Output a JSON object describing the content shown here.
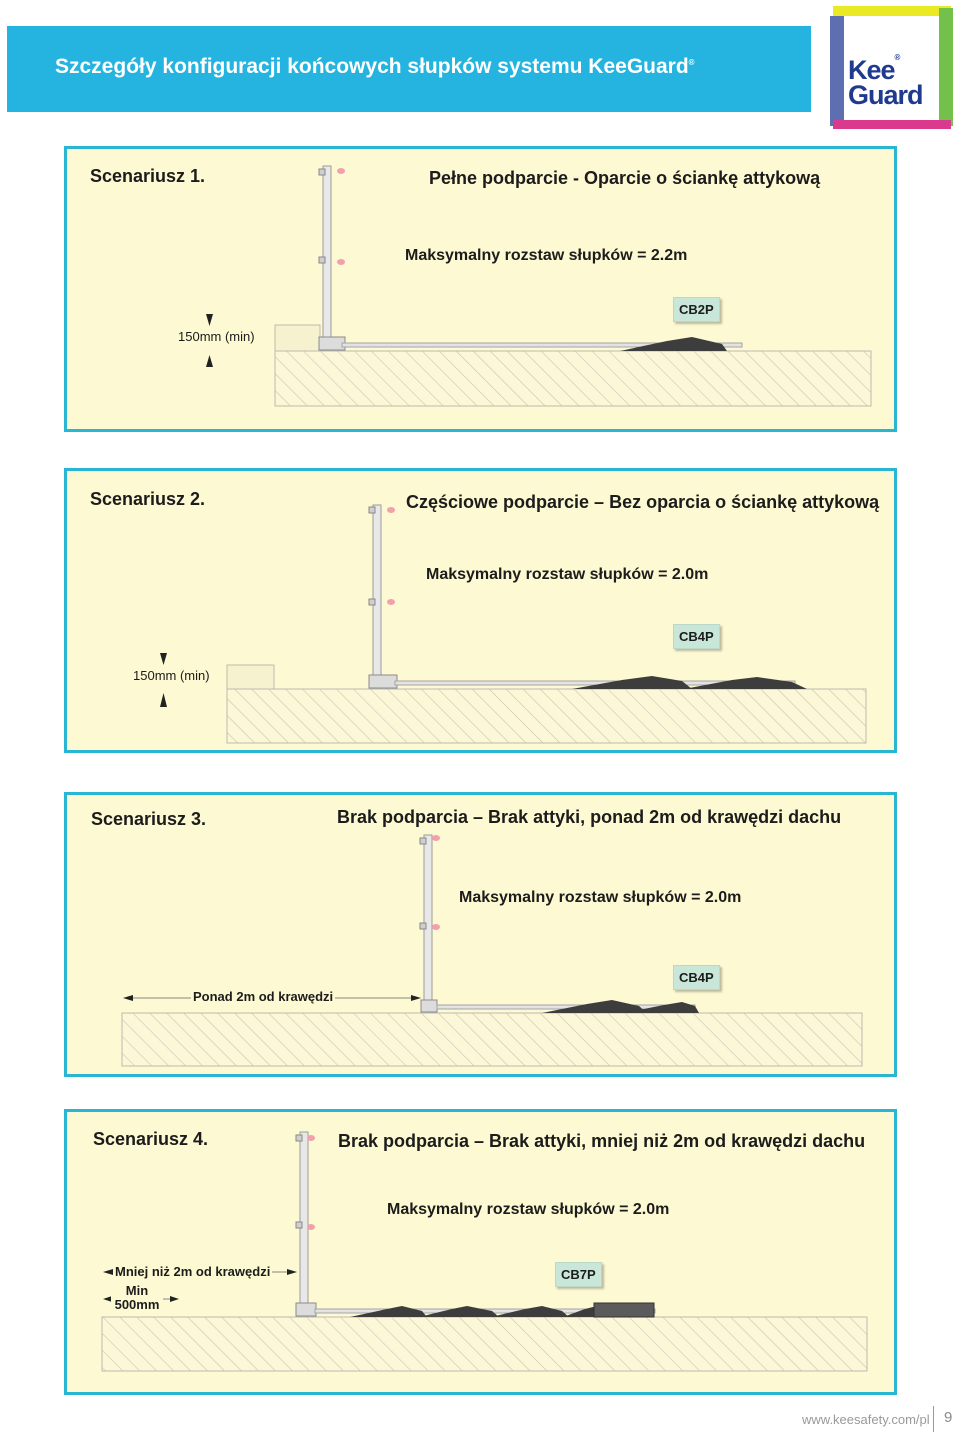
{
  "header": {
    "title": "Szczegóły konfiguracji końcowych słupków systemu KeeGuard",
    "title_mark": "®",
    "logo_line1": "Kee",
    "logo_line2": "Guard",
    "logo_mark": "®"
  },
  "scenarios": [
    {
      "label": "Scenariusz 1.",
      "title": "Pełne podparcie - Oparcie o ściankę attykową",
      "spacing": "Maksymalny rozstaw słupków = 2.2m",
      "product": "CB2P",
      "dimension": "150mm (min)"
    },
    {
      "label": "Scenariusz 2.",
      "title": "Częściowe podparcie – Bez oparcia o ściankę attykową",
      "spacing": "Maksymalny rozstaw słupków = 2.0m",
      "product": "CB4P",
      "dimension": "150mm (min)"
    },
    {
      "label": "Scenariusz 3.",
      "title": "Brak podparcia – Brak attyki, ponad 2m od krawędzi dachu",
      "spacing": "Maksymalny rozstaw słupków = 2.0m",
      "product": "CB4P",
      "dimension": "Ponad 2m od krawędzi"
    },
    {
      "label": "Scenariusz 4.",
      "title": "Brak podparcia – Brak attyki, mniej niż 2m od krawędzi dachu",
      "spacing": "Maksymalny rozstaw słupków = 2.0m",
      "product": "CB7P",
      "dimension": "Mniej niż 2m od krawędzi",
      "dimension2": "Min 500mm"
    }
  ],
  "footer": {
    "url": "www.keesafety.com/pl",
    "page": "9"
  },
  "colors": {
    "header_band": "#24b4df",
    "panel_bg": "#fdf9d2",
    "panel_border": "#28b6d2",
    "logo_blue": "#1f3a8f",
    "tag_bg": "#c9e7d9"
  }
}
